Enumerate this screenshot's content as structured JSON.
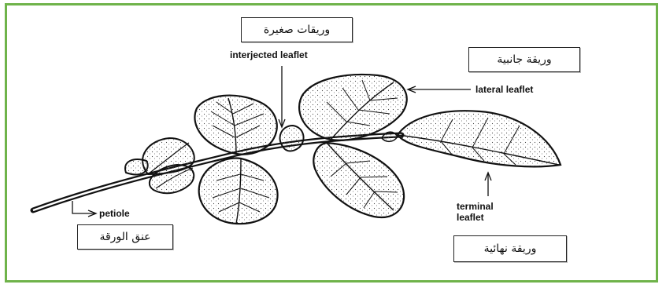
{
  "labels": {
    "interjected_ar": "وريقات صغيرة",
    "interjected_en": "interjected leaflet",
    "lateral_ar": "وريقة جانبية",
    "lateral_en": "lateral leaflet",
    "terminal_en_1": "terminal",
    "terminal_en_2": "leaflet",
    "terminal_ar": "وريقة نهائية",
    "petiole_en": "petiole",
    "petiole_ar": "عنق الورقة"
  },
  "colors": {
    "frame": "#6fb34a",
    "ink": "#111111"
  }
}
